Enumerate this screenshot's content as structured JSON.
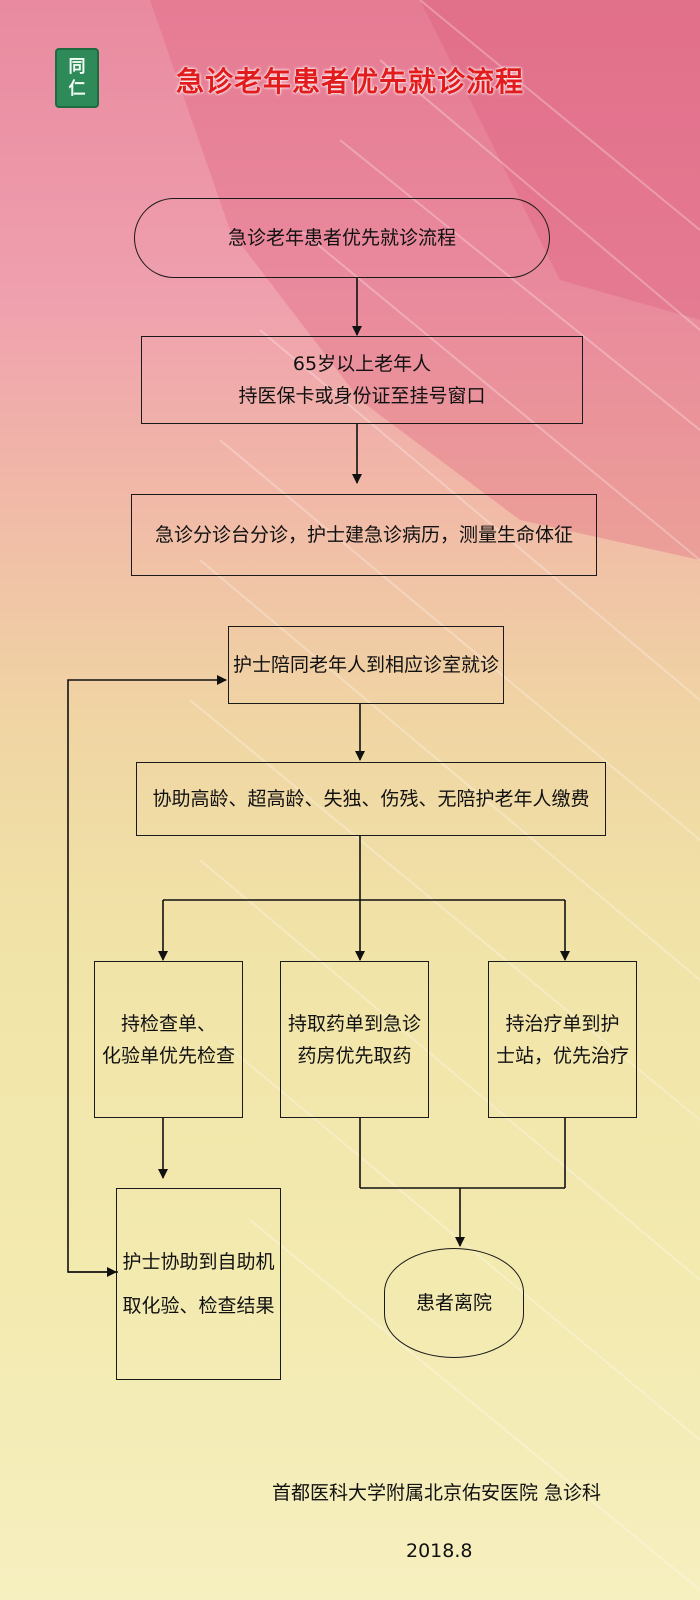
{
  "header": {
    "title": "急诊老年患者优先就诊流程",
    "logo_lines": [
      "同",
      "仁"
    ]
  },
  "flow": {
    "start": "急诊老年患者优先就诊流程",
    "step1": [
      "65岁以上老年人",
      "持医保卡或身份证至挂号窗口"
    ],
    "step2": "急诊分诊台分诊，护士建急诊病历，测量生命体征",
    "step3": "护士陪同老年人到相应诊室就诊",
    "step4": "协助高龄、超高龄、失独、伤残、无陪护老年人缴费",
    "branch_exam": [
      "持检查单、",
      "化验单优先检查"
    ],
    "branch_pharmacy": [
      "持取药单到急诊",
      "药房优先取药"
    ],
    "branch_treat": [
      "持治疗单到护",
      "士站，优先治疗"
    ],
    "results": [
      "护士协助到自助机",
      "取化验、检查结果"
    ],
    "end": "患者离院"
  },
  "footer": {
    "hospital": "首都医科大学附属北京佑安医院   急诊科",
    "date": "2018.8"
  },
  "colors": {
    "title": "#e21c1c",
    "logo": "#2f8a5a"
  }
}
